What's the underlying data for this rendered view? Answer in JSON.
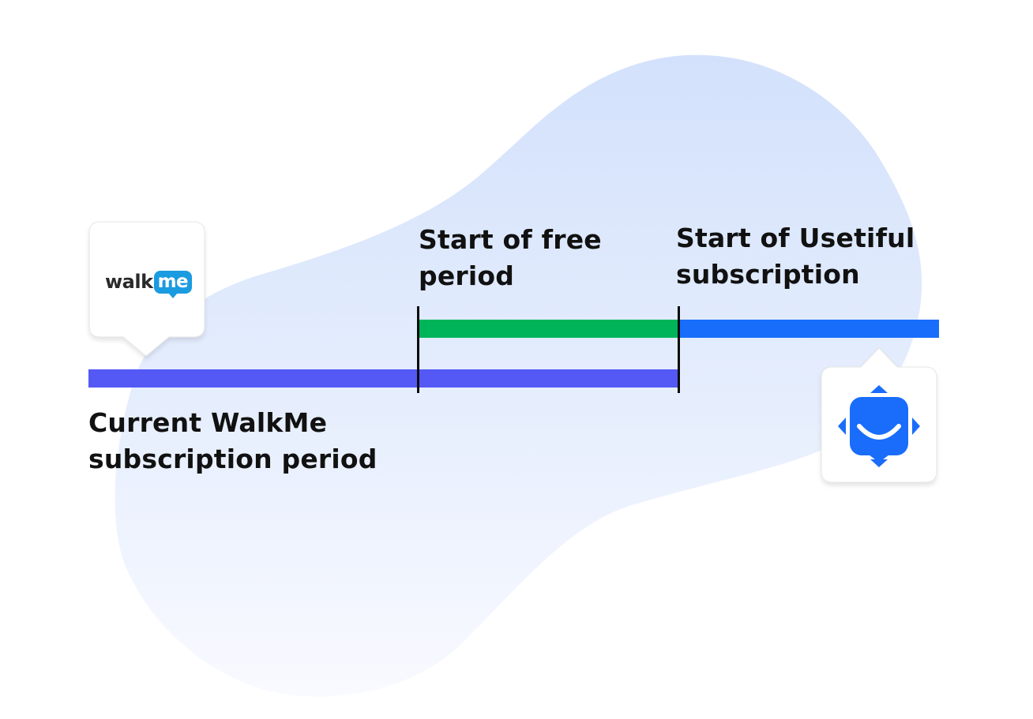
{
  "labels": {
    "free_period": [
      "Start of free",
      "period"
    ],
    "usetiful_subscription": [
      "Start of Usetiful",
      "subscription"
    ],
    "walkme_period": [
      "Current WalkMe",
      "subscription period"
    ]
  },
  "logos": {
    "walkme": {
      "text_dark": "walk",
      "text_badge": "me",
      "icon": "walkme-logo-icon"
    },
    "usetiful": {
      "icon": "usetiful-smiley-icon"
    }
  },
  "colors": {
    "walkme_bar": "#5459F5",
    "free_bar": "#00B45A",
    "usetiful_bar": "#186DFB",
    "marker": "#0B0B0B",
    "blob_top": "#D3E1FC",
    "blob_bottom": "#F9FAFF",
    "walkme_badge": "#1B9BE0",
    "usetiful_icon": "#1A6DFA",
    "text": "#111111"
  }
}
